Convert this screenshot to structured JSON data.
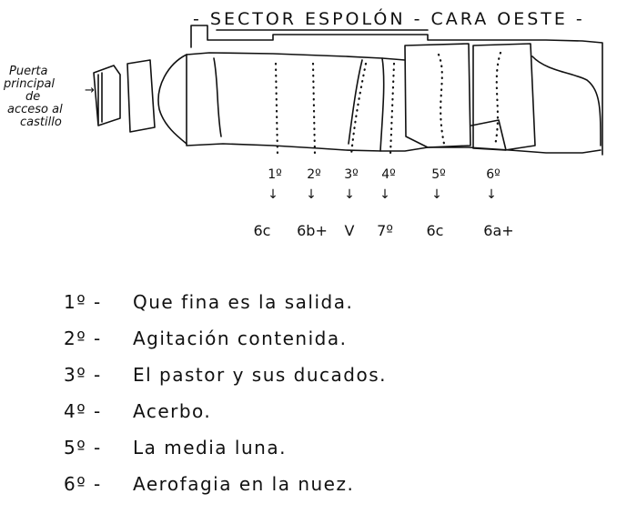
{
  "title": "- SECTOR ESPOLÓN - CARA OESTE -",
  "side_note": [
    "Puerta",
    "principal",
    "de",
    "acceso al",
    "castillo"
  ],
  "routes": [
    {
      "num": "1º",
      "grade": "6c"
    },
    {
      "num": "2º",
      "grade": "6b+"
    },
    {
      "num": "3º",
      "grade": "V"
    },
    {
      "num": "4º",
      "grade": "7º"
    },
    {
      "num": "5º",
      "grade": "6c"
    },
    {
      "num": "6º",
      "grade": "6a+"
    }
  ],
  "legend": [
    {
      "num": "1º -",
      "name": "Que fina es la salida."
    },
    {
      "num": "2º -",
      "name": "Agitación contenida."
    },
    {
      "num": "3º -",
      "name": "El pastor y sus ducados."
    },
    {
      "num": "4º -",
      "name": "Acerbo."
    },
    {
      "num": "5º -",
      "name": "La media luna."
    },
    {
      "num": "6º -",
      "name": "Aerofagia en la nuez."
    }
  ],
  "icons": {
    "arrow": "↓",
    "door_arrow": "→"
  }
}
